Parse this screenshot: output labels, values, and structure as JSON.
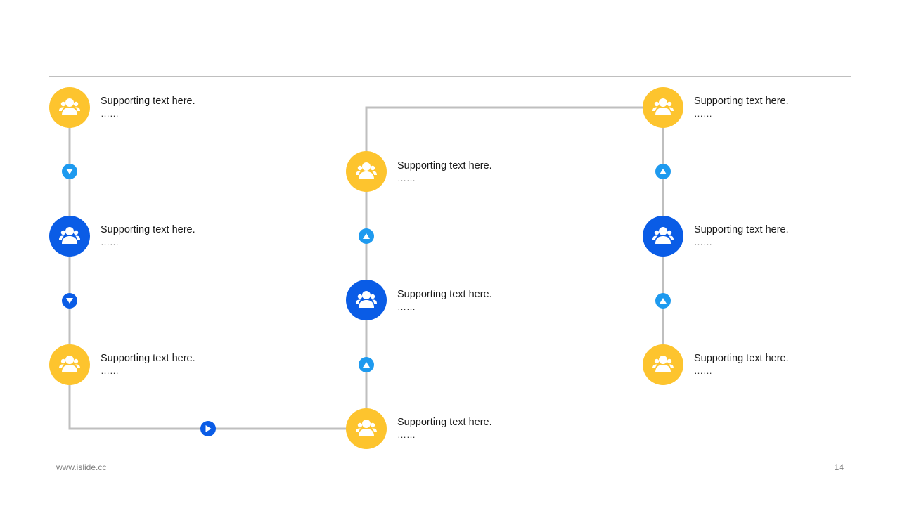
{
  "colors": {
    "accent_yellow": "#FDC42E",
    "accent_blue": "#0A5CE6",
    "arrow_light": "#1E9AEF",
    "arrow_dark": "#0A5CE6",
    "line": "#BFBFBF"
  },
  "nodes": [
    {
      "id": "c1-1",
      "label": "Supporting  text here.",
      "sub": "……",
      "icon": "user-group-icon",
      "tone": "yellow"
    },
    {
      "id": "c1-2",
      "label": "Supporting  text here.",
      "sub": "……",
      "icon": "user-group-icon",
      "tone": "blue"
    },
    {
      "id": "c1-3",
      "label": "Supporting  text here.",
      "sub": "……",
      "icon": "user-group-icon",
      "tone": "yellow"
    },
    {
      "id": "c2-1",
      "label": "Supporting  text here.",
      "sub": "……",
      "icon": "user-group-icon",
      "tone": "yellow"
    },
    {
      "id": "c2-2",
      "label": "Supporting  text here.",
      "sub": "……",
      "icon": "user-group-icon",
      "tone": "blue"
    },
    {
      "id": "c2-3",
      "label": "Supporting  text here.",
      "sub": "……",
      "icon": "user-group-icon",
      "tone": "yellow"
    },
    {
      "id": "c3-1",
      "label": "Supporting  text here.",
      "sub": "……",
      "icon": "user-group-icon",
      "tone": "yellow"
    },
    {
      "id": "c3-2",
      "label": "Supporting  text here.",
      "sub": "……",
      "icon": "user-group-icon",
      "tone": "blue"
    },
    {
      "id": "c3-3",
      "label": "Supporting  text here.",
      "sub": "……",
      "icon": "user-group-icon",
      "tone": "yellow"
    }
  ],
  "arrows": [
    {
      "direction": "down",
      "tone": "light"
    },
    {
      "direction": "down",
      "tone": "dark"
    },
    {
      "direction": "right",
      "tone": "dark"
    },
    {
      "direction": "up",
      "tone": "light"
    },
    {
      "direction": "up",
      "tone": "light"
    },
    {
      "direction": "up",
      "tone": "light"
    },
    {
      "direction": "up",
      "tone": "light"
    }
  ],
  "footer": {
    "website": "www.islide.cc",
    "page_number": "14"
  }
}
